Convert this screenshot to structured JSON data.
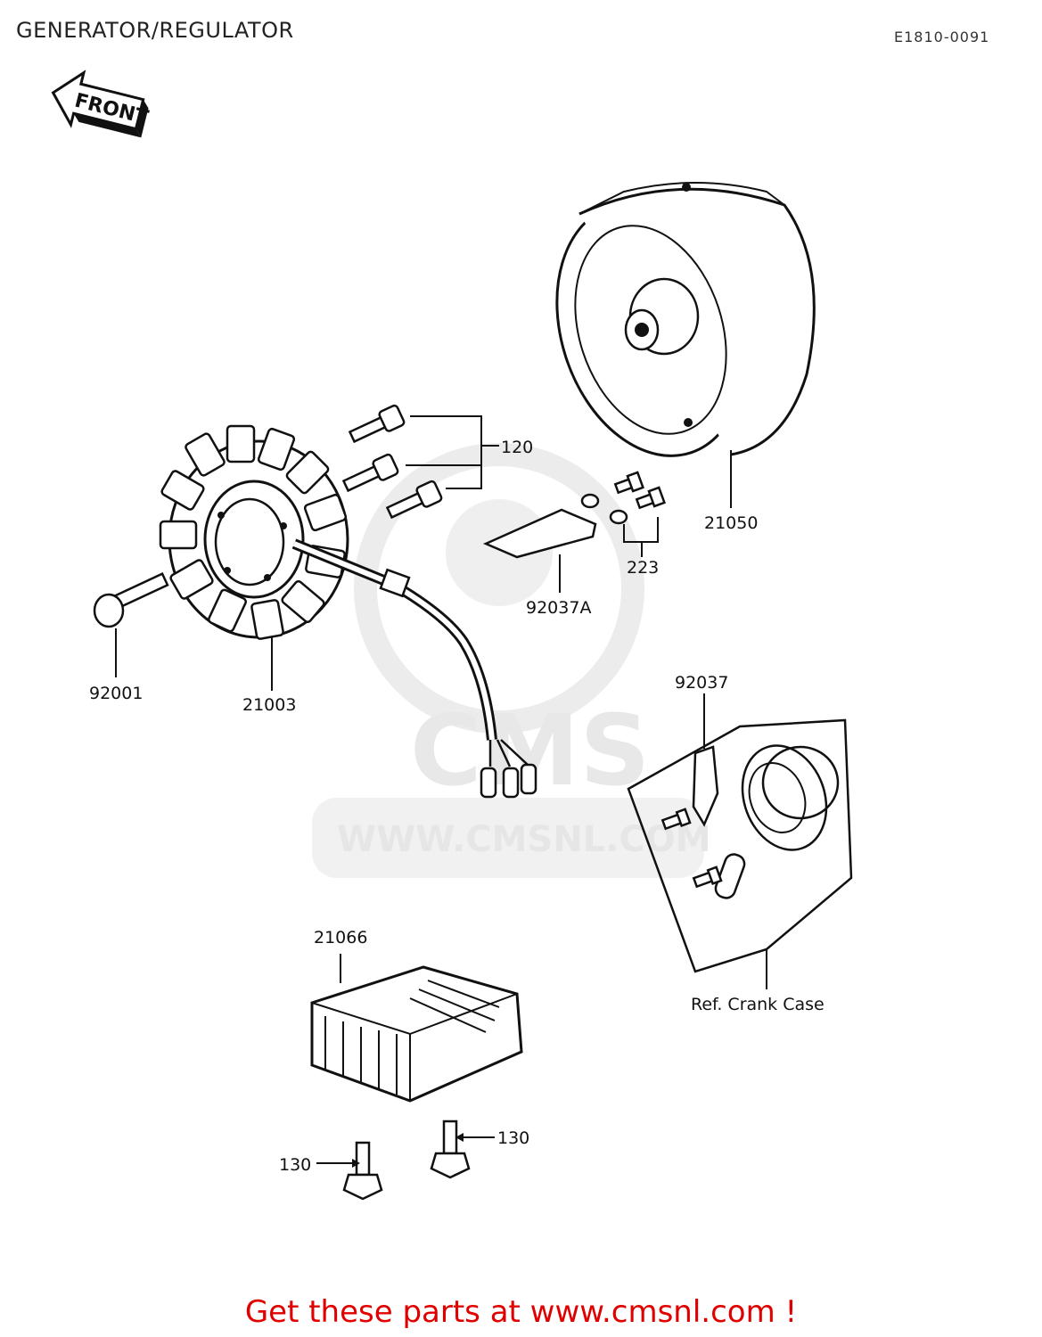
{
  "header": {
    "title": "GENERATOR/REGULATOR",
    "code": "E1810-0091"
  },
  "front_arrow": {
    "label": "FRONT"
  },
  "watermark": {
    "url_text": "WWW.CMSNL.COM",
    "logo_text": "CMS"
  },
  "parts": {
    "p120": "120",
    "p21050": "21050",
    "p223": "223",
    "p92037A": "92037A",
    "p92001": "92001",
    "p21003": "21003",
    "p92037": "92037",
    "p21066": "21066",
    "p130a": "130",
    "p130b": "130"
  },
  "ref_crank_case": "Ref. Crank Case",
  "footer": {
    "cta": "Get these parts at www.cmsnl.com !"
  },
  "colors": {
    "footer_text": "#e00000",
    "watermark": "#e6e6e6",
    "line": "#111111"
  }
}
